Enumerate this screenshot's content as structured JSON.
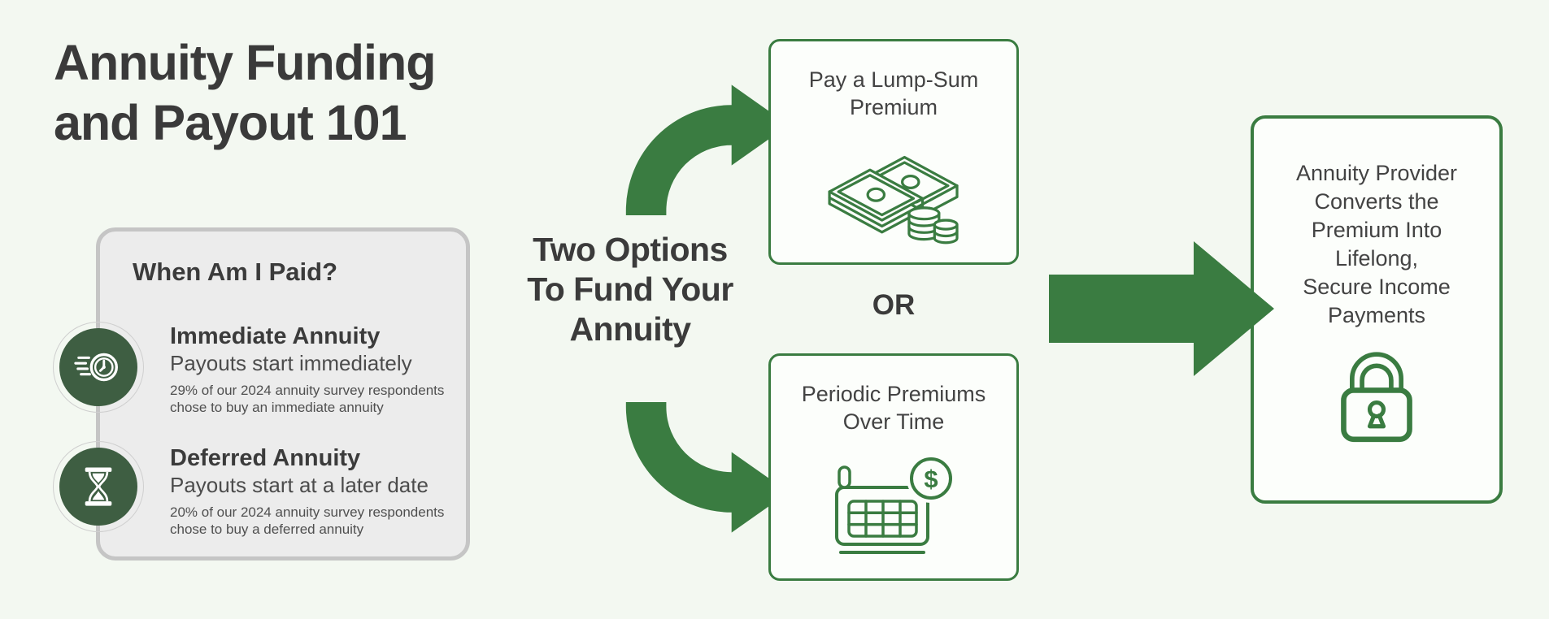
{
  "colors": {
    "background": "#f3f8f1",
    "accent_green": "#3a7c41",
    "dark_green_circle": "#3e5e42",
    "panel_gray": "#ececec",
    "panel_gray_border": "#c5c5c5",
    "text_dark": "#3b3b3b",
    "text_body": "#4c4c4c"
  },
  "title": {
    "line1": "Annuity Funding",
    "line2": "and Payout 101"
  },
  "when_paid": {
    "heading": "When Am I Paid?",
    "items": [
      {
        "icon": "speeding-clock-icon",
        "title": "Immediate Annuity",
        "subtitle": "Payouts start immediately",
        "note": "29% of our 2024 annuity survey respondents chose to buy an immediate annuity"
      },
      {
        "icon": "hourglass-icon",
        "title": "Deferred Annuity",
        "subtitle": "Payouts start at a later date",
        "note": "20% of our 2024 annuity survey respondents chose to buy a deferred annuity"
      }
    ]
  },
  "funding": {
    "heading": {
      "line1": "Two Options",
      "line2": "To Fund Your",
      "line3": "Annuity"
    },
    "or_label": "OR",
    "option_top": {
      "line1": "Pay a Lump-Sum",
      "line2": "Premium",
      "icon": "cash-stack-coins-icon"
    },
    "option_bottom": {
      "line1": "Periodic Premiums",
      "line2": "Over Time",
      "icon": "calendar-dollar-icon",
      "dollar_symbol": "$"
    }
  },
  "outcome": {
    "icon": "padlock-icon",
    "line1": "Annuity Provider",
    "line2": "Converts the",
    "line3": "Premium Into",
    "line4": "Lifelong,",
    "line5": "Secure Income",
    "line6": "Payments"
  }
}
